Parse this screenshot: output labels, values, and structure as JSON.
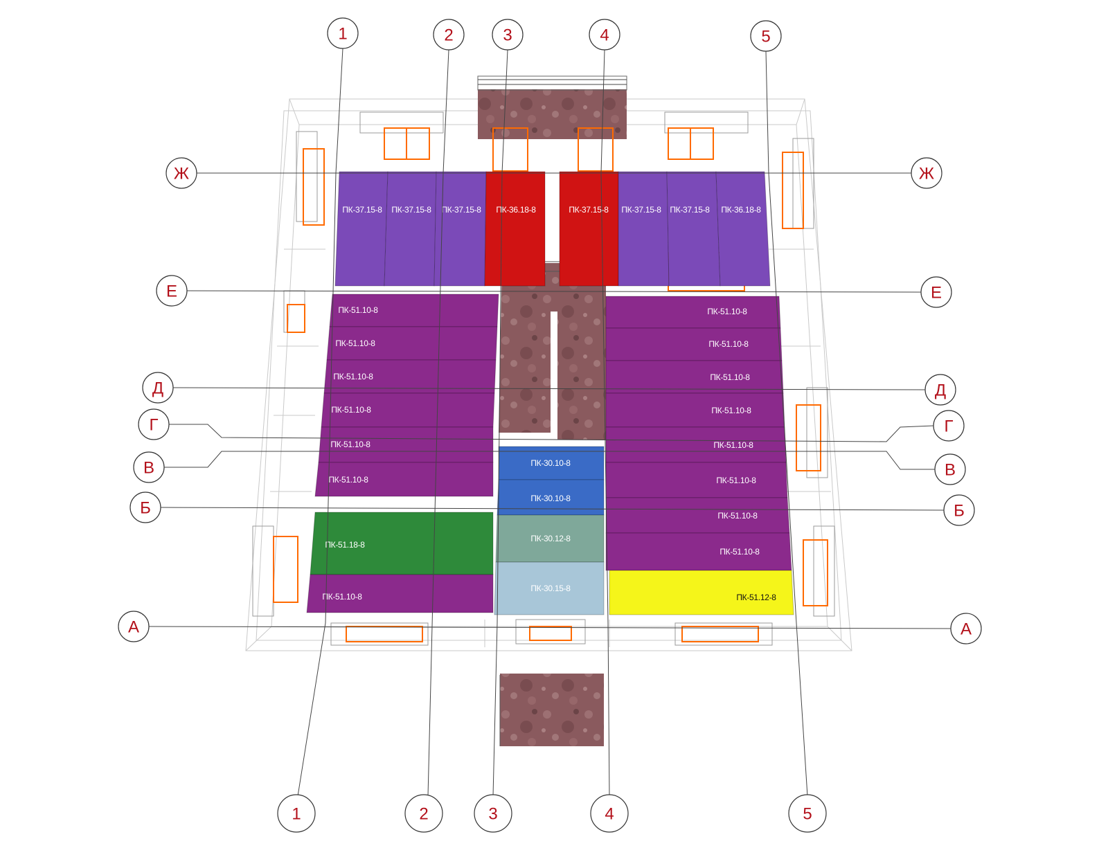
{
  "axes": {
    "top_numbers": [
      "1",
      "2",
      "3",
      "4",
      "5"
    ],
    "bottom_numbers": [
      "1",
      "2",
      "3",
      "4",
      "5"
    ],
    "left_letters": [
      "Ж",
      "Е",
      "Д",
      "Г",
      "В",
      "Б",
      "А"
    ],
    "right_letters": [
      "Ж",
      "Е",
      "Д",
      "Г",
      "В",
      "Б",
      "А"
    ]
  },
  "colors": {
    "axis_label": "#b3101a",
    "violet": "#7b4ab8",
    "red": "#d01313",
    "purple": "#8b2a8c",
    "green": "#2e8a3a",
    "blue": "#3a6bc6",
    "sage": "#7fa89a",
    "light_blue": "#a8c6d8",
    "yellow": "#f5f51a",
    "granite": "#8a5a5e",
    "window_frame": "#ff6a00"
  },
  "slabs": [
    {
      "label": "ПК-37.15-8",
      "color": "violet"
    },
    {
      "label": "ПК-37.15-8",
      "color": "violet"
    },
    {
      "label": "ПК-37.15-8",
      "color": "violet"
    },
    {
      "label": "ПК-36.18-8",
      "color": "red"
    },
    {
      "label": "ПК-37.15-8",
      "color": "red"
    },
    {
      "label": "ПК-37.15-8",
      "color": "violet"
    },
    {
      "label": "ПК-37.15-8",
      "color": "violet"
    },
    {
      "label": "ПК-36.18-8",
      "color": "violet"
    },
    {
      "label": "ПК-51.10-8",
      "color": "purple"
    },
    {
      "label": "ПК-51.10-8",
      "color": "purple"
    },
    {
      "label": "ПК-51.10-8",
      "color": "purple"
    },
    {
      "label": "ПК-51.10-8",
      "color": "purple"
    },
    {
      "label": "ПК-51.10-8",
      "color": "purple"
    },
    {
      "label": "ПК-51.10-8",
      "color": "purple"
    },
    {
      "label": "ПК-51.18-8",
      "color": "green"
    },
    {
      "label": "ПК-51.10-8",
      "color": "purple"
    },
    {
      "label": "ПК-30.10-8",
      "color": "blue"
    },
    {
      "label": "ПК-30.10-8",
      "color": "blue"
    },
    {
      "label": "ПК-30.12-8",
      "color": "sage"
    },
    {
      "label": "ПК-30.15-8",
      "color": "light_blue"
    },
    {
      "label": "ПК-51.10-8",
      "color": "purple"
    },
    {
      "label": "ПК-51.10-8",
      "color": "purple"
    },
    {
      "label": "ПК-51.10-8",
      "color": "purple"
    },
    {
      "label": "ПК-51.10-8",
      "color": "purple"
    },
    {
      "label": "ПК-51.10-8",
      "color": "purple"
    },
    {
      "label": "ПК-51.10-8",
      "color": "purple"
    },
    {
      "label": "ПК-51.10-8",
      "color": "purple"
    },
    {
      "label": "ПК-51.10-8",
      "color": "purple"
    },
    {
      "label": "ПК-51.12-8",
      "color": "yellow"
    }
  ]
}
